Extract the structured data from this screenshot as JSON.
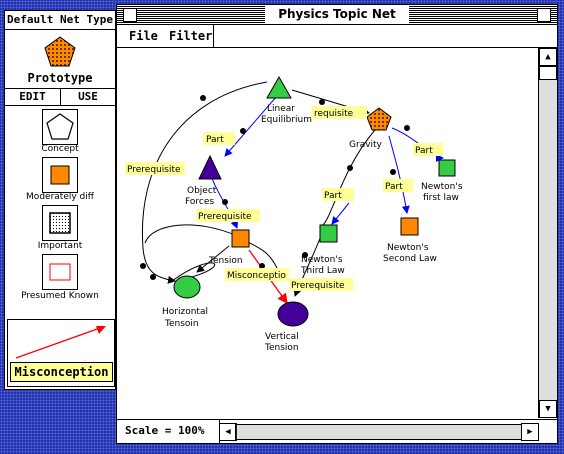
{
  "palette": {
    "title": "Default Net Type",
    "prototype_label": "Prototype",
    "edit_label": "EDIT",
    "use_label": "USE",
    "tools": [
      {
        "label": "Concept",
        "icon": "pentagon-icon"
      },
      {
        "label": "Moderately diff",
        "icon": "orange-square-icon"
      },
      {
        "label": "Important",
        "icon": "dotted-square-icon"
      },
      {
        "label": "Presumed Known",
        "icon": "red-outline-square-icon"
      }
    ],
    "misconception_label": "Misconception"
  },
  "window": {
    "title": "Physics Topic Net",
    "menus": [
      "File",
      "Filter"
    ],
    "scale_text": "Scale = 100%"
  },
  "colors": {
    "orange": "#ff8800",
    "green": "#33cc44",
    "purple": "#440099",
    "yellow_label": "#ffff99",
    "link_blue": "#0000ff",
    "misconception_red": "#ff0000"
  },
  "net": {
    "nodes": [
      {
        "id": "linear-equilibrium",
        "label": [
          "Linear",
          "Equilibrium"
        ],
        "shape": "green-triangle"
      },
      {
        "id": "gravity",
        "label": [
          "Gravity"
        ],
        "shape": "orange-dotted-pentagon"
      },
      {
        "id": "object-forces",
        "label": [
          "Object",
          "Forces"
        ],
        "shape": "purple-triangle"
      },
      {
        "id": "tension",
        "label": [
          "Tension"
        ],
        "shape": "orange-square"
      },
      {
        "id": "horizontal-tensoin",
        "label": [
          "Horizontal",
          "Tensoin"
        ],
        "shape": "green-ellipse"
      },
      {
        "id": "vertical-tension",
        "label": [
          "Vertical",
          "Tension"
        ],
        "shape": "purple-ellipse"
      },
      {
        "id": "newtons-third-law",
        "label": [
          "Newton's",
          "Third Law"
        ],
        "shape": "green-square"
      },
      {
        "id": "newtons-second-law",
        "label": [
          "Newton's",
          "Second Law"
        ],
        "shape": "orange-square"
      },
      {
        "id": "newtons-first-law",
        "label": [
          "Newton's",
          "first law"
        ],
        "shape": "green-square"
      }
    ],
    "link_labels": [
      "requisite",
      "Part",
      "Prerequisite",
      "Prerequisite",
      "Part",
      "Part",
      "Part",
      "Misconceptio",
      "Prerequisite"
    ]
  }
}
